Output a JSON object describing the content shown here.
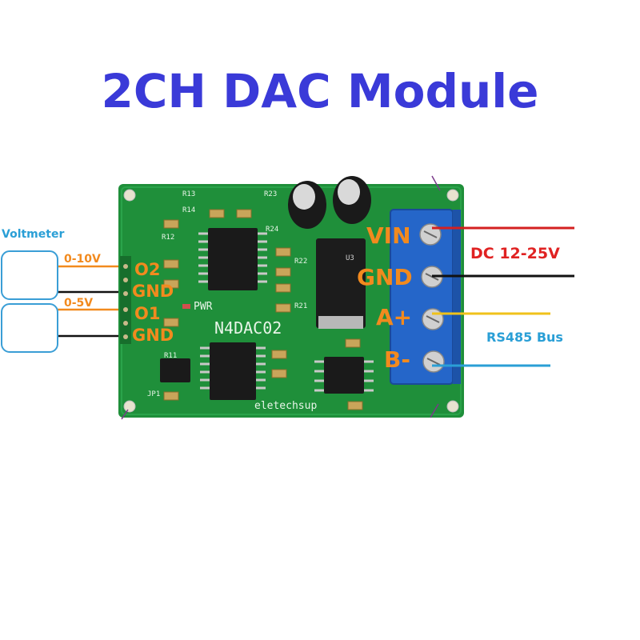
{
  "title": "2CH DAC Module",
  "colors": {
    "title": "#3a3ad8",
    "pcb": "#1f8f3a",
    "terminal": "#2566c9",
    "label_orange": "#f28a1e",
    "label_blue": "#2a9fd6",
    "label_red": "#e02222",
    "wire_red": "#d42020",
    "wire_black": "#111111",
    "wire_yellow": "#f0c21a",
    "wire_blue": "#2a9fd6",
    "wire_orange": "#f28a1e"
  },
  "left": {
    "voltmeter_label": "Voltmeter",
    "range_top": "0-10V",
    "range_bottom": "0-5V",
    "o2": "O2",
    "gnd1": "GND",
    "o1": "O1",
    "gnd2": "GND"
  },
  "right": {
    "vin": "VIN",
    "gnd": "GND",
    "a_plus": "A+",
    "b_minus": "B-",
    "power_label": "DC 12-25V",
    "bus_label": "RS485 Bus"
  },
  "board": {
    "model": "N4DAC02",
    "brand": "eletechsup",
    "pwr": "PWR",
    "silkscreen": [
      "R13",
      "R14",
      "R23",
      "R24",
      "R12",
      "R22",
      "R21",
      "R11",
      "U3",
      "JP1"
    ]
  }
}
